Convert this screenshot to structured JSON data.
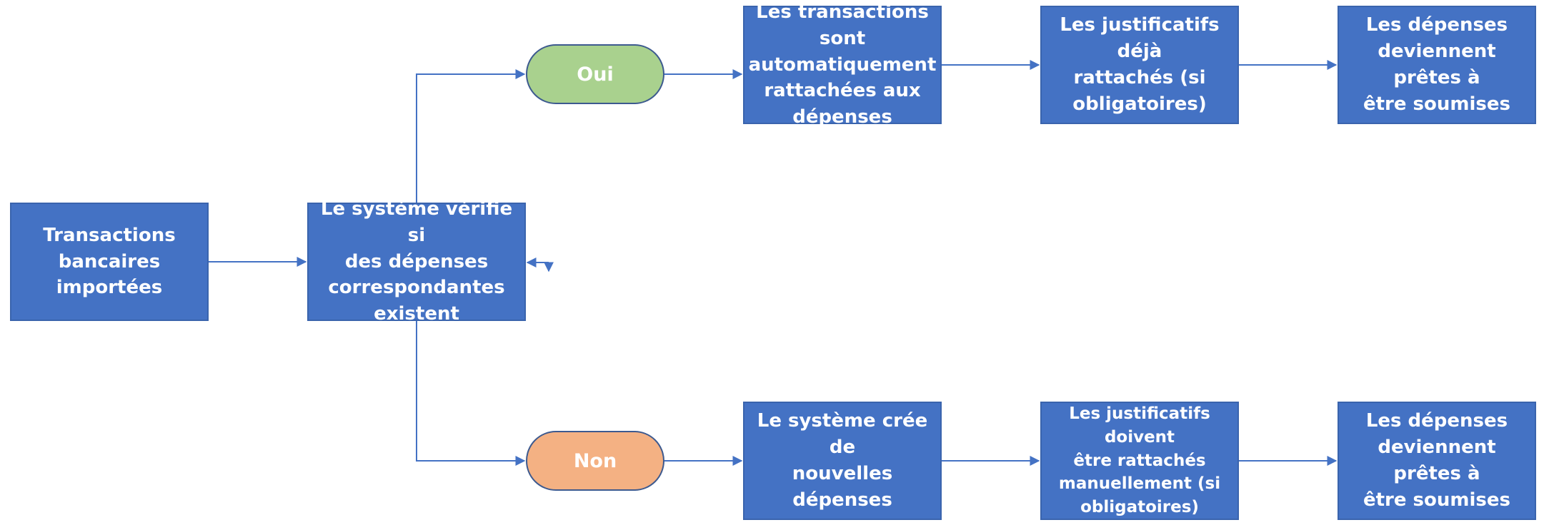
{
  "nodes": {
    "import": "Transactions\nbancaires importées",
    "check": "Le système vérifie si\ndes dépenses\ncorrespondantes\nexistent",
    "yes": "Oui",
    "no": "Non",
    "auto": "Les transactions sont\nautomatiquement\nrattachées aux\ndépenses",
    "attached": "Les justificatifs déjà\nrattachés (si\nobligatoires)",
    "ready1": "Les dépenses\ndeviennent prêtes à\nêtre soumises",
    "create": "Le système crée de\nnouvelles dépenses",
    "manual": "Les justificatifs doivent\nêtre rattachés\nmanuellement (si\nobligatoires)",
    "ready2": "Les dépenses\ndeviennent prêtes à\nêtre soumises"
  },
  "colors": {
    "box": "#4472c4",
    "box_border": "#3a64ad",
    "yes": "#a9d18e",
    "no": "#f4b183",
    "connector": "#4472c4"
  }
}
